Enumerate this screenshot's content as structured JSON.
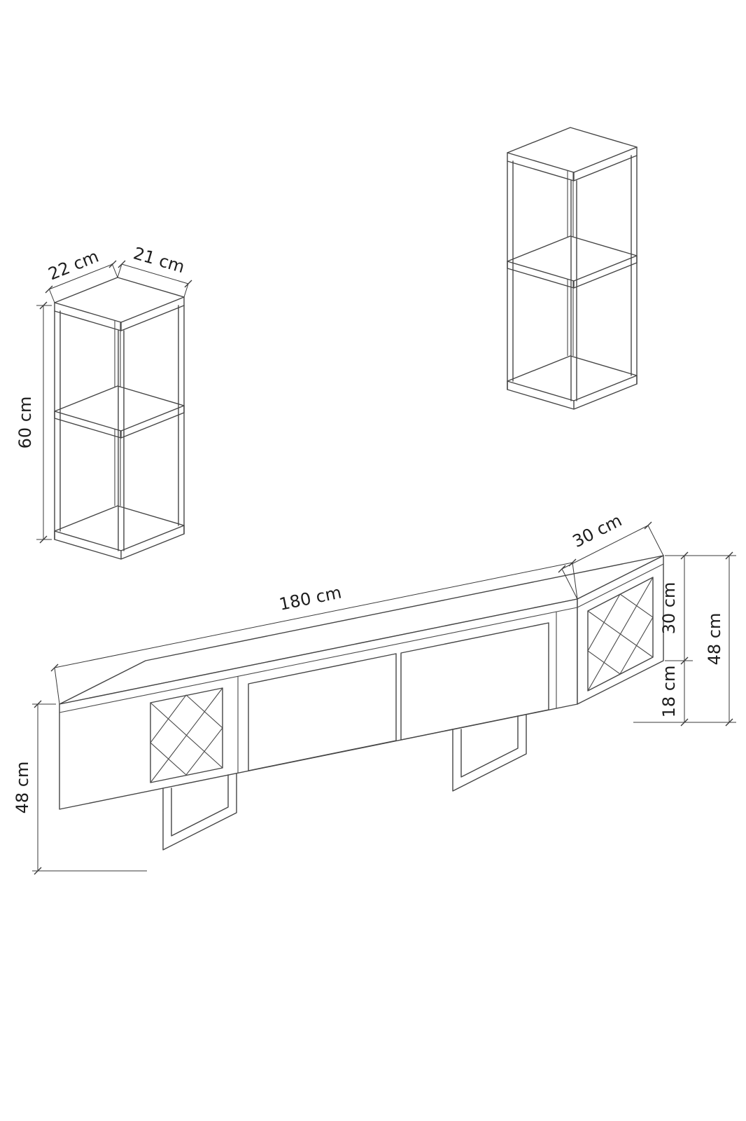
{
  "page": {
    "background": "#ffffff",
    "line_color": "#454545",
    "dimension_color": "#3a3a3a"
  },
  "diagram": {
    "type": "furniture-technical-drawing",
    "items": {
      "side_tower": {
        "width_label": "22 cm",
        "depth_label": "21 cm",
        "height_label": "60 cm"
      },
      "tv_unit": {
        "length_label": "180 cm",
        "depth_label": "30 cm",
        "body_height_label": "30 cm",
        "leg_height_label": "18 cm",
        "total_height_label": "48 cm",
        "left_height_label": "48 cm"
      }
    }
  }
}
